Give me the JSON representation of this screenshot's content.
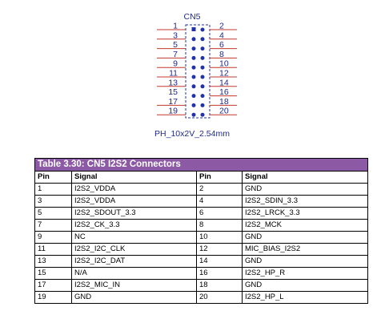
{
  "schematic": {
    "ref": "CN5",
    "footprint": "PH_10x2V_2.54mm",
    "left_pins": [
      "1",
      "3",
      "5",
      "7",
      "9",
      "11",
      "13",
      "15",
      "17",
      "19"
    ],
    "right_pins": [
      "2",
      "4",
      "6",
      "8",
      "10",
      "12",
      "14",
      "16",
      "18",
      "20"
    ],
    "wired_left": [
      true,
      true,
      true,
      true,
      true,
      true,
      true,
      false,
      true,
      true
    ],
    "wired_right": [
      true,
      true,
      true,
      true,
      true,
      true,
      true,
      true,
      true,
      true
    ],
    "colors": {
      "line": "#c0392b",
      "body": "#2233aa",
      "text": "#1f2a8a"
    }
  },
  "table": {
    "caption": "Table 3.30: CN5 I2S2 Connectors",
    "headers": [
      "Pin",
      "Signal",
      "Pin",
      "Signal"
    ],
    "rows": [
      [
        "1",
        "I2S2_VDDA",
        "2",
        "GND"
      ],
      [
        "3",
        "I2S2_VDDA",
        "4",
        "I2S2_SDIN_3.3"
      ],
      [
        "5",
        "I2S2_SDOUT_3.3",
        "6",
        "I2S2_LRCK_3.3"
      ],
      [
        "7",
        "I2S2_CK_3.3",
        "8",
        "I2S2_MCK"
      ],
      [
        "9",
        "NC",
        "10",
        "GND"
      ],
      [
        "11",
        "I2S2_I2C_CLK",
        "12",
        "MIC_BIAS_I2S2"
      ],
      [
        "13",
        "I2S2_I2C_DAT",
        "14",
        "GND"
      ],
      [
        "15",
        "N/A",
        "16",
        "I2S2_HP_R"
      ],
      [
        "17",
        "I2S2_MIC_IN",
        "18",
        "GND"
      ],
      [
        "19",
        "GND",
        "20",
        "I2S2_HP_L"
      ]
    ],
    "colors": {
      "caption_bg": "#8c5aa5",
      "caption_text": "#ffffff"
    }
  }
}
